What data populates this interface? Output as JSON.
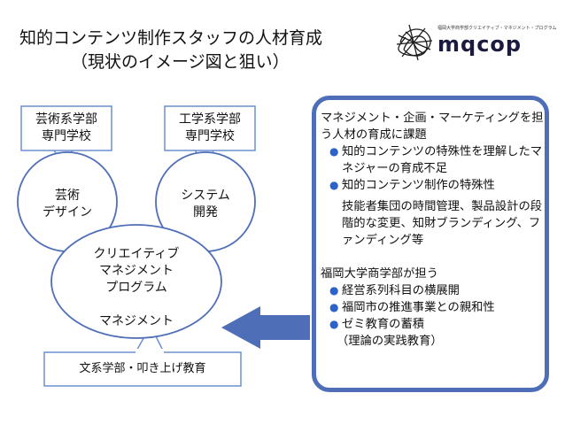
{
  "title": {
    "line1": "知的コンテンツ制作スタッフの人材育成",
    "line2": "（現状のイメージ図と狙い）"
  },
  "logo": {
    "text": "mqcop",
    "subtitle": "福岡大学商学部クリエイティブ・マネジメント・プログラム"
  },
  "callouts": {
    "arts": [
      "芸術系学部",
      "専門学校"
    ],
    "engineering": [
      "工学系学部",
      "専門学校"
    ],
    "humanities": "文系学部・叩き上げ教育"
  },
  "circles": {
    "design": [
      "芸術",
      "デザイン"
    ],
    "system": [
      "システム",
      "開発"
    ],
    "management": [
      "クリエイティブ",
      "マネジメント",
      "プログラム",
      "",
      "マネジメント"
    ]
  },
  "panel": {
    "intro": "マネジメント・企画・マーケティングを担う人材の育成に課題",
    "bullets1": [
      "知的コンテンツの特殊性を理解したマネジャーの育成不足",
      "知的コンテンツ制作の特殊性"
    ],
    "detail": "技能者集団の時間管理、製品設計の段階的な変更、知財ブランディング、ファンディング等",
    "heading2": "福岡大学商学部が担う",
    "bullets2": [
      "経営系列科目の横展開",
      "福岡市の推進事業との親和性",
      "ゼミ教育の蓄積"
    ],
    "note": "（理論の実践教育）"
  },
  "colors": {
    "circle_stroke": "#4f6eb8",
    "callout_stroke": "#6b8fd0",
    "arrow_fill": "#4f6eb8",
    "bullet": "#2b63c9"
  }
}
